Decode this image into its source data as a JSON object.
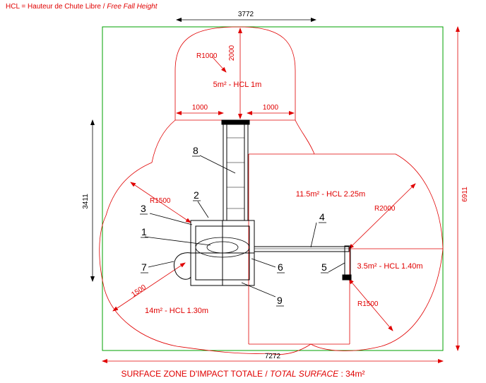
{
  "legend": {
    "prefix": "HCL = Hauteur de Chute Libre",
    "separator": " / ",
    "english": "Free Fall Height"
  },
  "dimensions": {
    "top_width": "3772",
    "left_height": "3411",
    "right_height": "6911",
    "bottom_width": "7272",
    "bump_height": "2000",
    "bump_left": "1000",
    "bump_right": "1000",
    "left_radius": "1500"
  },
  "radii": {
    "top": "R1000",
    "upper_left": "R1500",
    "right": "R2000",
    "lower_right": "R1500"
  },
  "zones": {
    "top": "5m² - HCL 1m",
    "right": "11.5m² - HCL 2.25m",
    "small": "3.5m² - HCL 1.40m",
    "bottom_left": "14m² - HCL 1.30m"
  },
  "callouts": [
    "1",
    "2",
    "3",
    "4",
    "5",
    "6",
    "7",
    "8",
    "9"
  ],
  "footer": {
    "prefix": "SURFACE ZONE D'IMPACT TOTALE / ",
    "english": "TOTAL SURFACE",
    "suffix": " : 34m²"
  },
  "colors": {
    "impact_zone": "#e00000",
    "bounding_box": "#00a000",
    "structure": "#000000"
  }
}
